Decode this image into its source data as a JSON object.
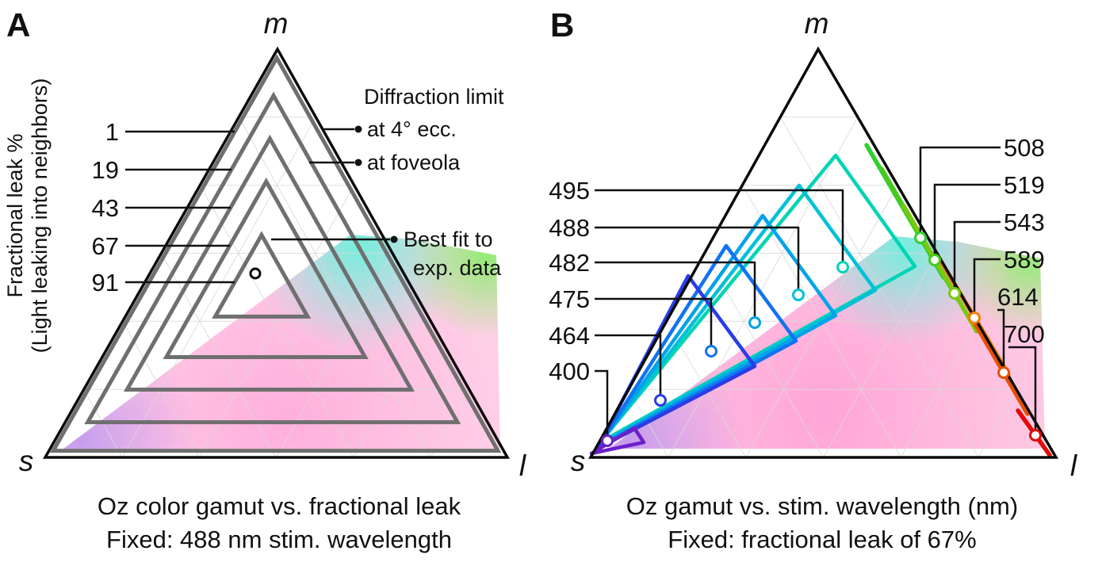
{
  "panelA": {
    "label": "A",
    "vertices": {
      "top": "m",
      "left": "s",
      "right": "l"
    },
    "y_axis": {
      "line1": "Fractional leak %",
      "line2": "(Light leaking into neighbors)"
    },
    "leaks": [
      "1",
      "19",
      "43",
      "67",
      "91"
    ],
    "ann": {
      "diff1": "Diffraction limit",
      "diff2": "at 4° ecc.",
      "fov": "at foveola",
      "fit1": "Best fit to",
      "fit2": "exp. data"
    },
    "caption1": "Oz color gamut vs. fractional leak",
    "caption2": "Fixed: 488 nm stim. wavelength"
  },
  "panelB": {
    "label": "B",
    "vertices": {
      "top": "m",
      "left": "s",
      "right": "l"
    },
    "left_labels": [
      "495",
      "488",
      "482",
      "475",
      "464",
      "400"
    ],
    "right_labels": [
      "508",
      "519",
      "543",
      "589",
      "614",
      "700"
    ],
    "caption1": "Oz gamut vs. stim. wavelength (nm)",
    "caption2": "Fixed: fractional leak of 67%"
  },
  "colors": {
    "w400": "#6b21c8",
    "w464": "#2a3ce8",
    "w475": "#1173f0",
    "w482": "#00a3e8",
    "w488": "#00c0d8",
    "w495": "#00d4b4",
    "w508": "#2fd02f",
    "w519": "#46ca1a",
    "w543": "#7ac810",
    "w589": "#f07e00",
    "w614": "#e85000",
    "w700": "#e00c0c",
    "leak_triangle": "#6f6f6f",
    "outline": "#0a0a0a"
  },
  "chart_data": [
    {
      "panel": "A",
      "type": "line",
      "subtype": "ternary-cone-space-gamut",
      "title": "Oz color gamut vs. fractional leak",
      "subtitle": "Fixed: 488 nm stim. wavelength",
      "axes": {
        "top_vertex": "m",
        "bottom_left_vertex": "s",
        "bottom_right_vertex": "l"
      },
      "axis_label": "Fractional leak % (Light leaking into neighbors)",
      "series": [
        {
          "name": "gamut-triangle",
          "fractional_leak_percent": 1,
          "relative_size": 0.96
        },
        {
          "name": "gamut-triangle",
          "fractional_leak_percent": 19,
          "relative_size": 0.8
        },
        {
          "name": "gamut-triangle",
          "fractional_leak_percent": 43,
          "relative_size": 0.62
        },
        {
          "name": "gamut-triangle",
          "fractional_leak_percent": 67,
          "relative_size": 0.43
        },
        {
          "name": "gamut-triangle",
          "fractional_leak_percent": 91,
          "relative_size": 0.2
        }
      ],
      "annotations": [
        {
          "text": "Diffraction limit at 4° ecc.",
          "points_to": "outermost gamut triangle"
        },
        {
          "text": "at foveola",
          "points_to": "second gamut triangle"
        },
        {
          "text": "Best fit to exp. data",
          "points_to": "open-circle marker near innermost triangle"
        }
      ],
      "background": "natural chromaticity gamut wash (violet near s, pink across bottom, cyan and green toward upper right)",
      "grid": "triangular lattice, 6 divisions"
    },
    {
      "panel": "B",
      "type": "line",
      "subtype": "ternary-cone-space-gamut",
      "title": "Oz gamut vs. stim. wavelength (nm)",
      "subtitle": "Fixed: fractional leak of 67%",
      "axes": {
        "top_vertex": "m",
        "bottom_left_vertex": "s",
        "bottom_right_vertex": "l"
      },
      "fixed_fractional_leak_percent": 67,
      "series": [
        {
          "wavelength_nm": 400,
          "color": "#6b21c8",
          "label_side": "left"
        },
        {
          "wavelength_nm": 464,
          "color": "#2a3ce8",
          "label_side": "left"
        },
        {
          "wavelength_nm": 475,
          "color": "#1173f0",
          "label_side": "left"
        },
        {
          "wavelength_nm": 482,
          "color": "#00a3e8",
          "label_side": "left"
        },
        {
          "wavelength_nm": 488,
          "color": "#00c0d8",
          "label_side": "left"
        },
        {
          "wavelength_nm": 495,
          "color": "#00d4b4",
          "label_side": "left"
        },
        {
          "wavelength_nm": 508,
          "color": "#2fd02f",
          "label_side": "right"
        },
        {
          "wavelength_nm": 519,
          "color": "#46ca1a",
          "label_side": "right"
        },
        {
          "wavelength_nm": 543,
          "color": "#7ac810",
          "label_side": "right"
        },
        {
          "wavelength_nm": 589,
          "color": "#f07e00",
          "label_side": "right"
        },
        {
          "wavelength_nm": 614,
          "color": "#e85000",
          "label_side": "right"
        },
        {
          "wavelength_nm": 700,
          "color": "#e00c0c",
          "label_side": "right"
        }
      ],
      "markers": "open circle at stimulus chromaticity for each wavelength",
      "grid": "triangular lattice, 6 divisions"
    }
  ]
}
